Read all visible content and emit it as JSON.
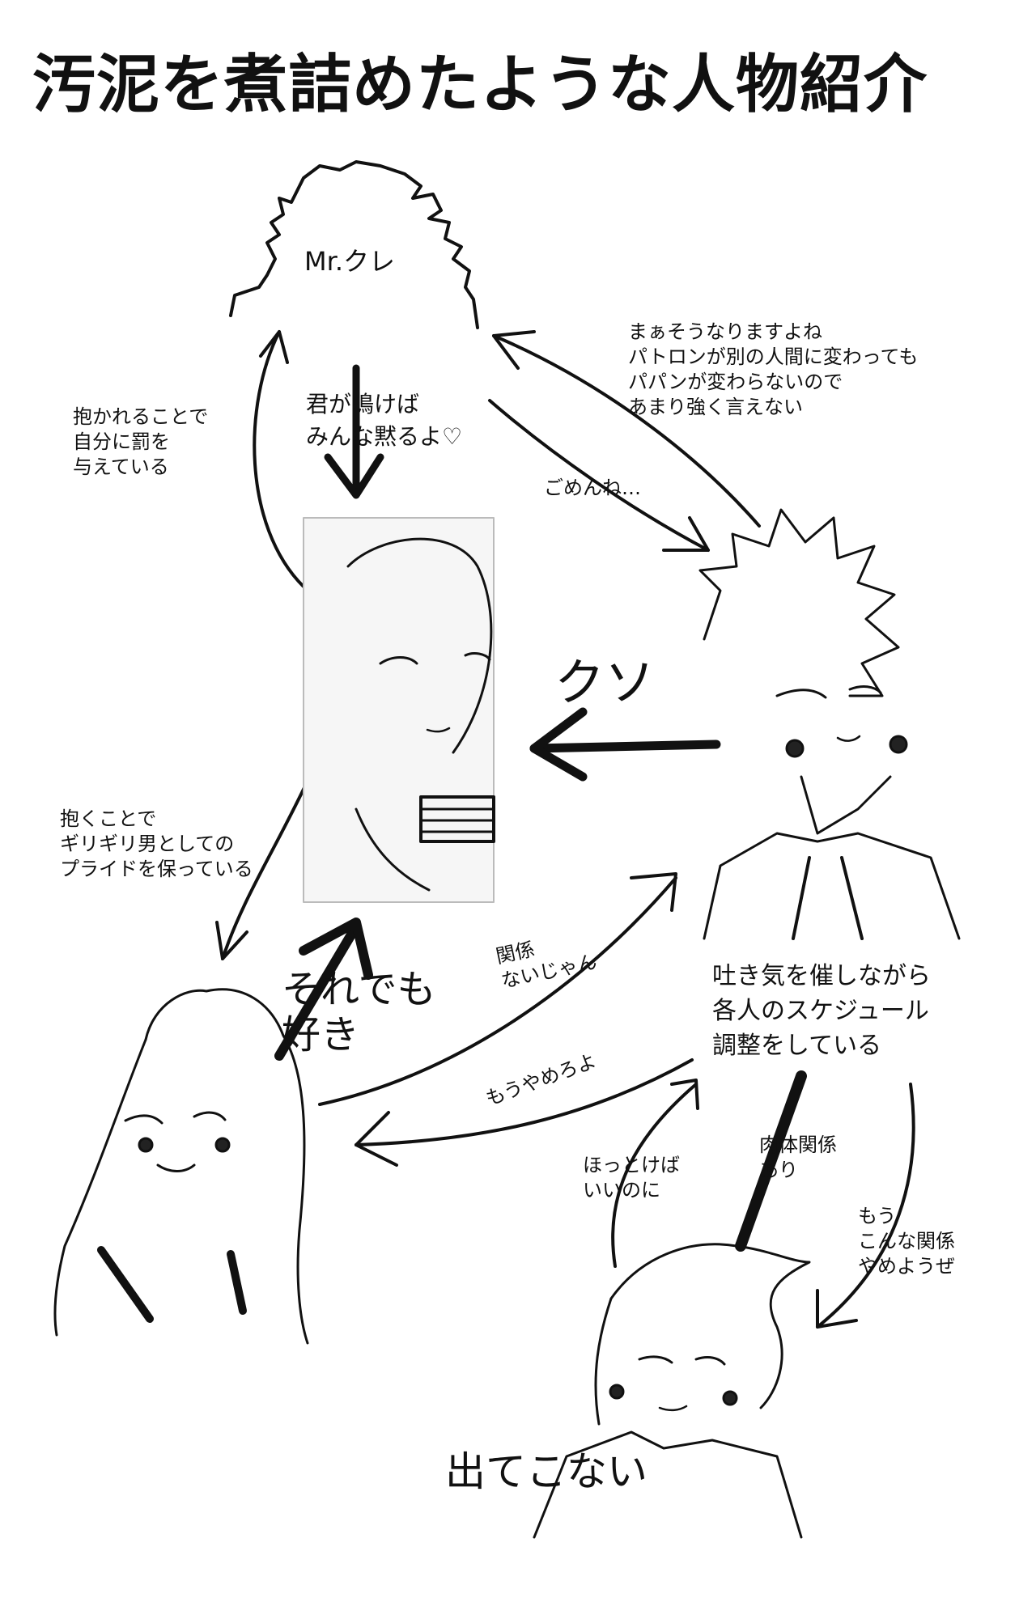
{
  "title": "汚泥を煮詰めたような人物紹介",
  "characters": {
    "mr_kure": {
      "name": "Mr.クレ"
    }
  },
  "labels": {
    "top_left_side": [
      "抱かれることで",
      "自分に罰を",
      "与えている"
    ],
    "kure_to_center": [
      "君が鳴けば",
      "みんな黙るよ♡"
    ],
    "right_to_kure": [
      "まぁそうなりますよね",
      "パトロンが別の人間に変わっても",
      "パパンが変わらないので",
      "あまり強く言えない"
    ],
    "kure_to_right": "ごめんね…",
    "right_to_center": "クソ",
    "center_to_left": [
      "抱くことで",
      "ギリギリ男としての",
      "プライドを保っている"
    ],
    "left_to_center": [
      "それでも",
      "好き"
    ],
    "left_to_right": [
      "関係",
      "ないじゃん"
    ],
    "right_to_left": "もうやめろよ",
    "right_desc": [
      "吐き気を催しながら",
      "各人のスケジュール",
      "調整をしている"
    ],
    "bottom_to_right": [
      "ほっとけば",
      "いいのに"
    ],
    "bottom_right_link": [
      "肉体関係",
      "あり"
    ],
    "right_to_bottom": [
      "もう",
      "こんな関係",
      "やめようぜ"
    ],
    "bottom_desc": "出てこない"
  }
}
